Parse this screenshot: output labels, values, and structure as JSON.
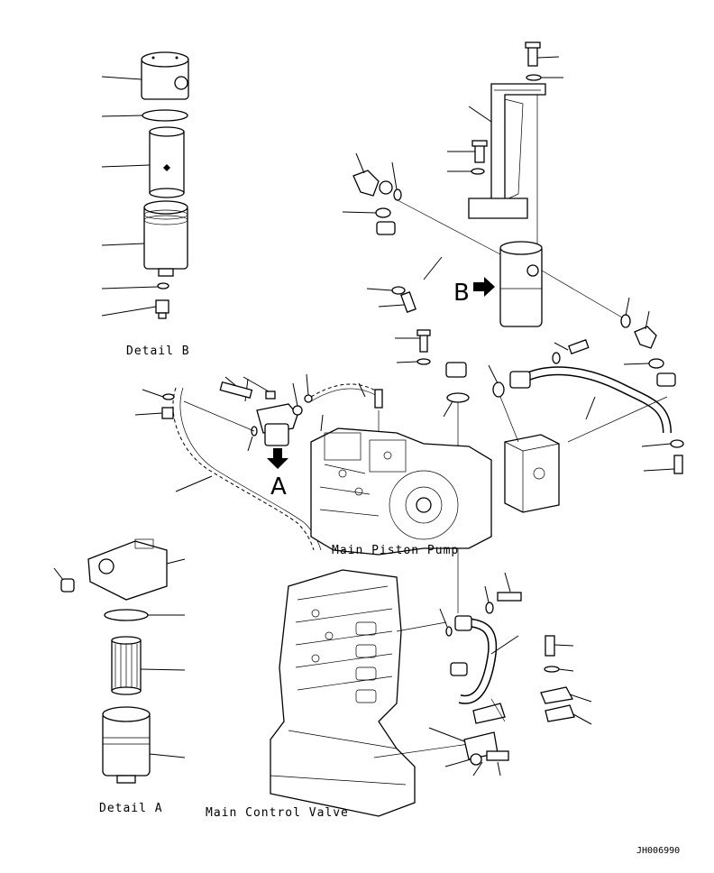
{
  "labels": {
    "detail_b": "Detail B",
    "detail_a": "Detail A",
    "main_piston_pump": "Main Piston Pump",
    "main_control_valve": "Main Control Valve",
    "view_a": "A",
    "view_b": "B",
    "drawing_code": "JH006990"
  }
}
